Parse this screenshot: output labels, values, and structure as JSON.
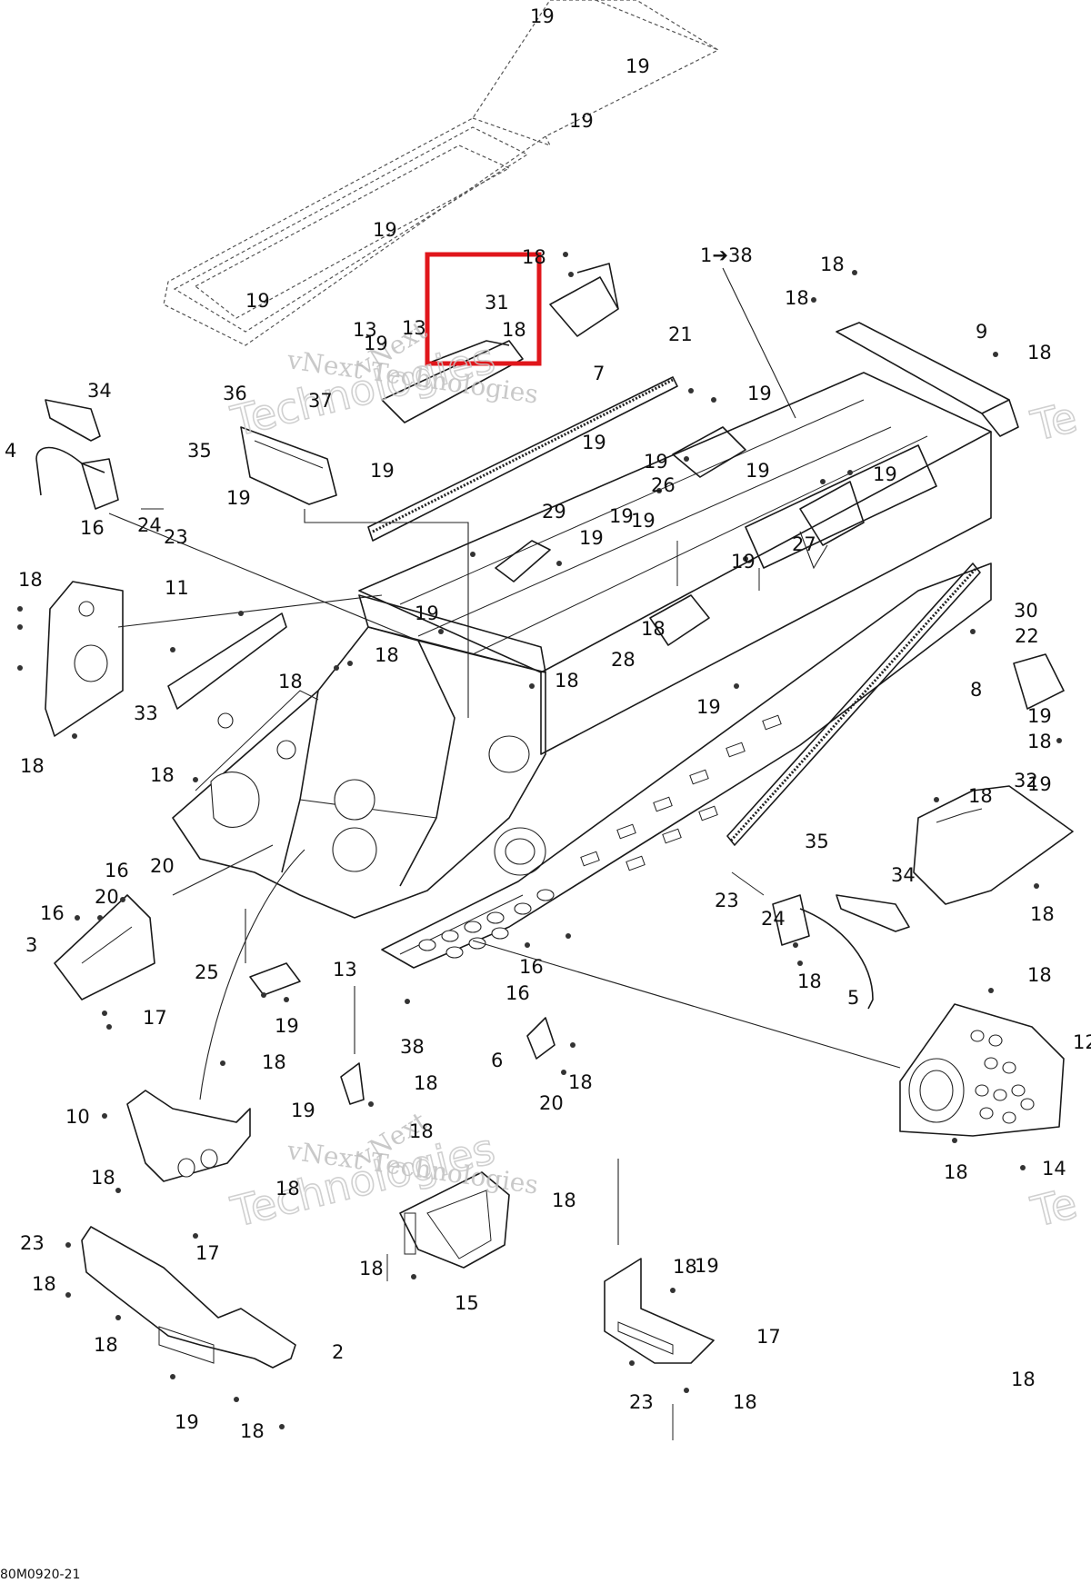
{
  "diagram": {
    "drawing_code": "80M0920-21",
    "watermarks": [
      "vNext",
      "vNext Technologies",
      "Technologies",
      "Te"
    ],
    "highlight": {
      "label": "31",
      "color": "#e0161b"
    },
    "callouts": [
      "19",
      "19",
      "19",
      "19",
      "19",
      "19",
      "18",
      "18",
      "13",
      "13",
      "31",
      "7",
      "1➔38",
      "18",
      "18",
      "9",
      "18",
      "21",
      "19",
      "19",
      "19",
      "19",
      "19",
      "34",
      "36",
      "37",
      "4",
      "35",
      "19",
      "19",
      "16",
      "24",
      "23",
      "26",
      "19",
      "29",
      "19",
      "27",
      "19",
      "19",
      "18",
      "11",
      "18",
      "28",
      "30",
      "22",
      "19",
      "18",
      "18",
      "18",
      "19",
      "8",
      "19",
      "18",
      "19",
      "33",
      "18",
      "18",
      "18",
      "32",
      "35",
      "16",
      "20",
      "34",
      "23",
      "24",
      "20",
      "16",
      "18",
      "3",
      "25",
      "16",
      "18",
      "16",
      "13",
      "5",
      "19",
      "17",
      "18",
      "38",
      "6",
      "18",
      "20",
      "18",
      "18",
      "10",
      "19",
      "18",
      "12",
      "18",
      "18",
      "14",
      "18",
      "18",
      "17",
      "23",
      "18",
      "19",
      "18",
      "18",
      "15",
      "18",
      "18",
      "2",
      "17",
      "19",
      "18",
      "23",
      "18"
    ]
  }
}
